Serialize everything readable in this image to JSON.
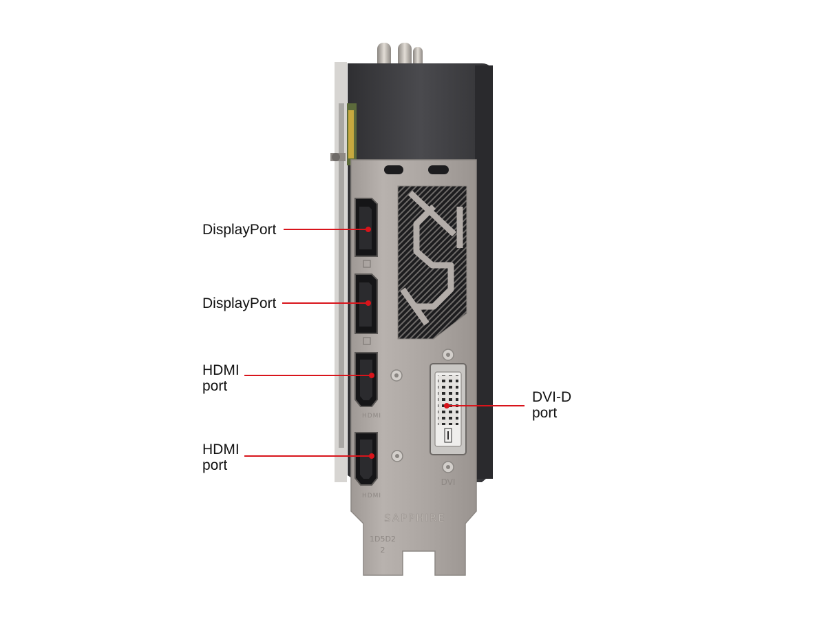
{
  "labels": {
    "displayport_1": "DisplayPort",
    "displayport_2": "DisplayPort",
    "hdmi_1": {
      "line1": "HDMI",
      "line2": "port"
    },
    "hdmi_2": {
      "line1": "HDMI",
      "line2": "port"
    },
    "dvi": {
      "line1": "DVI-D",
      "line2": "port"
    }
  },
  "bracket_markings": {
    "brand": "SAPPHIRE",
    "hdmi_1": "HDMI",
    "hdmi_2": "HDMI",
    "dvi": "DVI",
    "model_line1": "1D5D2",
    "model_line2": "2"
  },
  "colors": {
    "leader_line": "#d8141b",
    "bracket": "#a9a39f",
    "cooler": "#3f3f42"
  }
}
